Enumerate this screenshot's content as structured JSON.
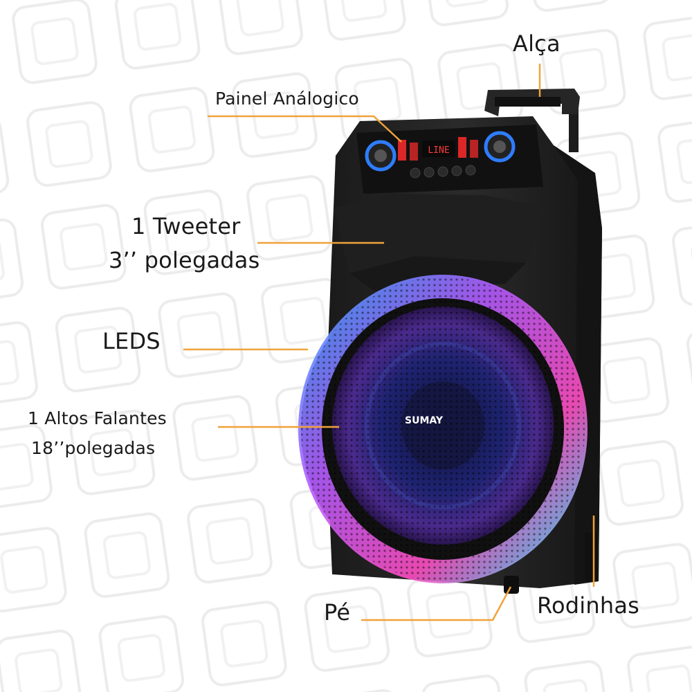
{
  "labels": {
    "handle": "Alça",
    "panel": "Painel Análogico",
    "tweeter_line1": "1 Tweeter",
    "tweeter_line2": "3’’ polegadas",
    "leds": "LEDS",
    "speaker_line1": "1 Altos Falantes",
    "speaker_line2": "18’’polegadas",
    "foot": "Pé",
    "wheels": "Rodinhas"
  },
  "display": {
    "mode": "LINE"
  },
  "brand": {
    "logo": "SUMAY"
  },
  "colors": {
    "accent": "#f0a23a",
    "cabinet": "#232323",
    "panel_led": "#ff2b2b",
    "ring_blue": "#3aa0ff",
    "ring_purple": "#b45cff",
    "ring_pink": "#ff4fc3",
    "cone": "#1b1f5a"
  },
  "icons": [
    "square-pattern-icon",
    "volume-knob-icon",
    "brand-logo-icon"
  ]
}
